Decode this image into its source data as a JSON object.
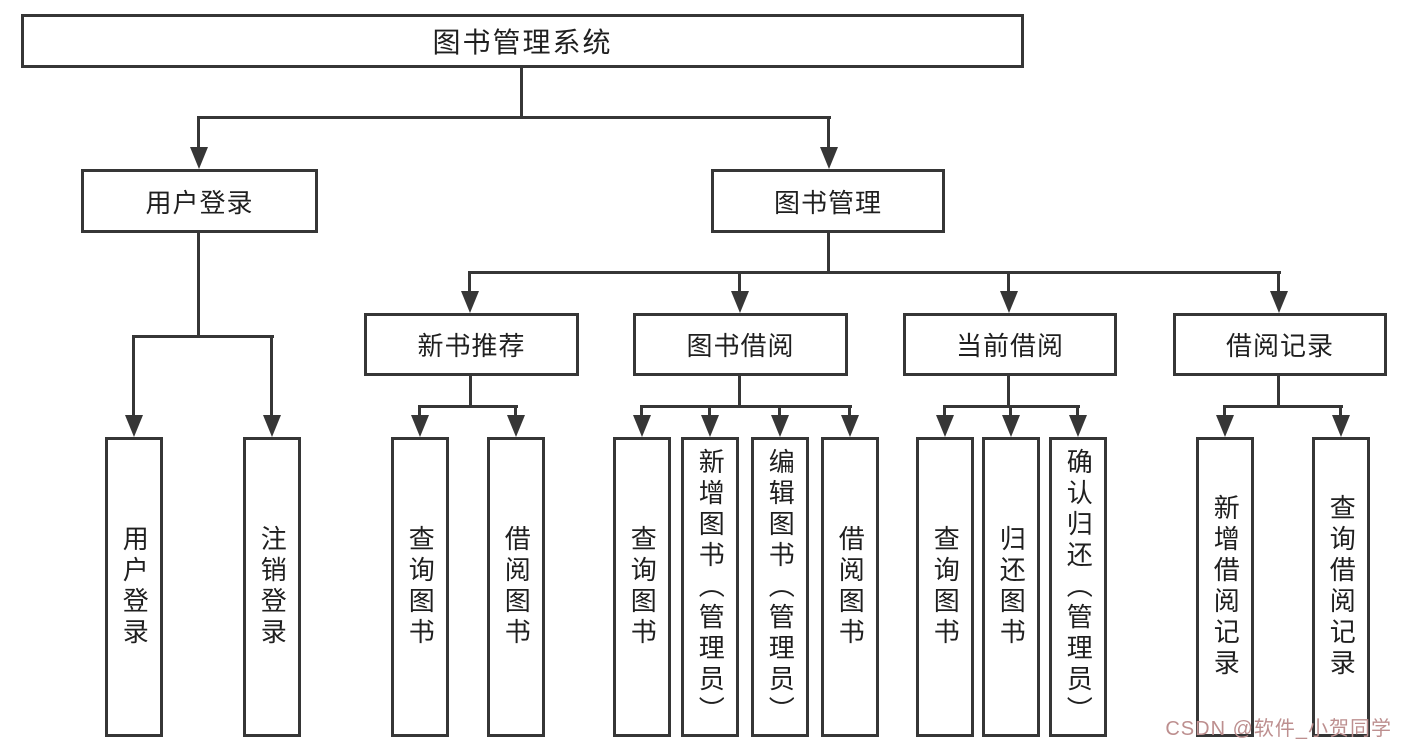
{
  "diagram": {
    "type": "tree",
    "tree": {
      "label": "图书管理系统",
      "children": [
        {
          "label": "用户登录",
          "children": [
            {
              "label": "用户登录"
            },
            {
              "label": "注销登录"
            }
          ]
        },
        {
          "label": "图书管理",
          "children": [
            {
              "label": "新书推荐",
              "children": [
                {
                  "label": "查询图书"
                },
                {
                  "label": "借阅图书"
                }
              ]
            },
            {
              "label": "图书借阅",
              "children": [
                {
                  "label": "查询图书"
                },
                {
                  "label": "新增图书（管理员）"
                },
                {
                  "label": "编辑图书（管理员）"
                },
                {
                  "label": "借阅图书"
                }
              ]
            },
            {
              "label": "当前借阅",
              "children": [
                {
                  "label": "查询图书"
                },
                {
                  "label": "归还图书"
                },
                {
                  "label": "确认归还（管理员）"
                }
              ]
            },
            {
              "label": "借阅记录",
              "children": [
                {
                  "label": "新增借阅记录"
                },
                {
                  "label": "查询借阅记录"
                }
              ]
            }
          ]
        }
      ]
    }
  },
  "colors": {
    "line": "#363636",
    "text": "#1f1f1f",
    "watermark": "#bd8f8f"
  },
  "watermark": {
    "text": "CSDN @软件_小贺同学"
  }
}
